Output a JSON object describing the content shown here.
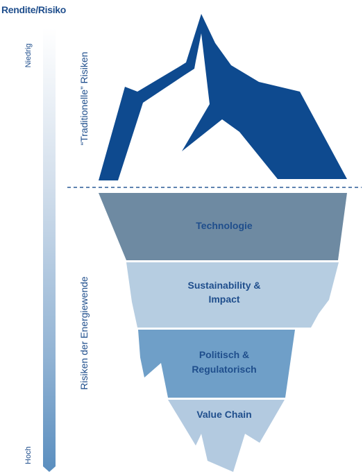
{
  "title": "Rendite/Risiko",
  "scale": {
    "top_label": "Niedrig",
    "bottom_label": "Hoch"
  },
  "sections": {
    "upper_label": "“Traditionelle” Risiken",
    "lower_label": "Risiken der Energiewende"
  },
  "layers": [
    {
      "line1": "Technologie",
      "line2": ""
    },
    {
      "line1": "Sustainability &",
      "line2": "Impact"
    },
    {
      "line1": "Politisch &",
      "line2": "Regulatorisch"
    },
    {
      "line1": "Value Chain",
      "line2": ""
    }
  ],
  "colors": {
    "iceberg_top": "#0e4a8f",
    "layer_technologie": "#6e8aa2",
    "layer_sustainability": "#b6cde1",
    "layer_politisch": "#6f9fc8",
    "layer_value_chain": "#b3cae0",
    "text": "#1f4e8c",
    "waterline": "#2a5a95"
  }
}
